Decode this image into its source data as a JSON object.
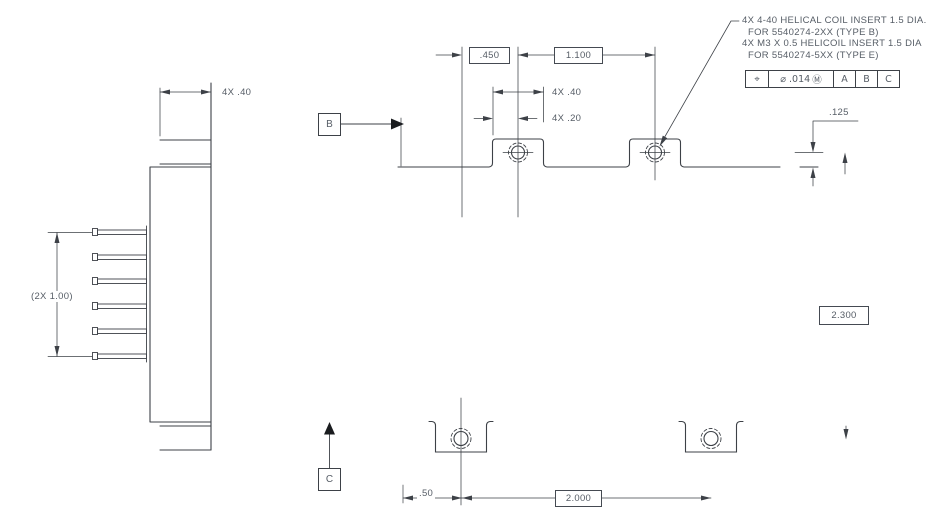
{
  "drawing": {
    "notes": {
      "line1": "4X 4-40 HELICAL COIL INSERT 1.5 DIA.",
      "line2": "FOR 5540274-2XX (TYPE B)",
      "line3": "4X M3 X 0.5 HELICOIL INSERT 1.5 DIA",
      "line4": "FOR 5540274-5XX (TYPE E)"
    },
    "fcf": {
      "position_symbol": "⌖",
      "tolerance": "⌀ .014",
      "material_modifier": "Ⓜ",
      "datum_primary": "A",
      "datum_secondary": "B",
      "datum_tertiary": "C"
    },
    "datums": {
      "b": "B",
      "c": "C"
    },
    "dimensions": {
      "pin_span_ref": "(2X 1.00)",
      "side_tab_depth": "4X .40",
      "edge_to_hole": ".450",
      "hole_spacing": "1.100",
      "tab_width": "4X .40",
      "tab_edge_to_hole": "4X .20",
      "hole_height": ".125",
      "vertical_hole_span": "2.300",
      "edge_to_pocket": ".50",
      "pocket_spacing": "2.000"
    },
    "line_color": "#3d4147",
    "text_color": "#565d66"
  }
}
